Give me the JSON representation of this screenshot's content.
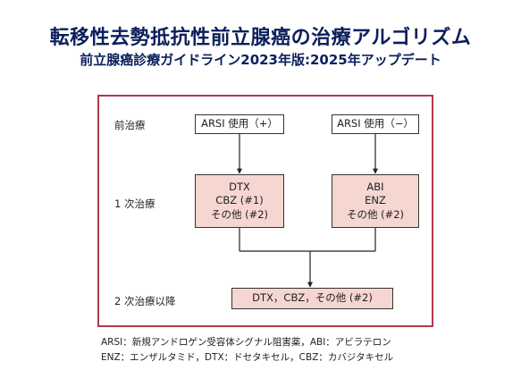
{
  "header": {
    "title": "転移性去勢抵抗性前立腺癌の治療アルゴリズム",
    "subtitle": "前立腺癌診療ガイドライン2023年版:2025年アップデート"
  },
  "rows": {
    "prior": "前治療",
    "first_line": "1 次治療",
    "second_line": "2 次治療以降"
  },
  "boxes": {
    "arsi_used": "ARSI 使用（+）",
    "arsi_not_used": "ARSI 使用（−）",
    "left_first": [
      "DTX",
      "CBZ (#1)",
      "その他 (#2)"
    ],
    "right_first": [
      "ABI",
      "ENZ",
      "その他 (#2)"
    ],
    "second": "DTX，CBZ，その他 (#2)"
  },
  "footnotes": [
    "ARSI：新規アンドロゲン受容体シグナル阻害薬，ABI：アビラテロン",
    "ENZ：エンザルタミド，DTX：ドセタキセル，CBZ：カバジタキセル"
  ],
  "colors": {
    "title": "#0b1f5c",
    "frame": "#b03a4f",
    "box_fill": "#f5d6d1",
    "line": "#222222"
  }
}
